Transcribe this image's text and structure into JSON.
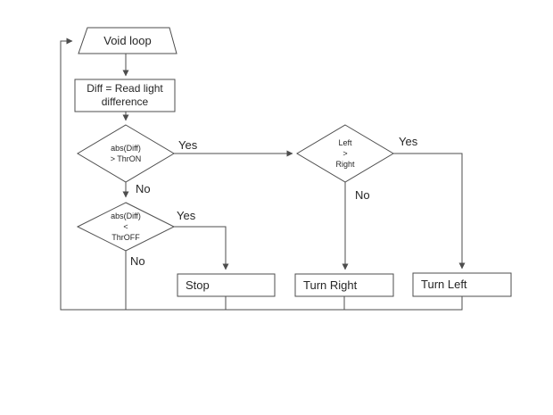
{
  "colors": {
    "background": "#ffffff",
    "stroke": "#4d4d4d",
    "text": "#262626"
  },
  "nodes": {
    "void_loop": {
      "shape": "trapezoid",
      "label": "Void loop"
    },
    "read_diff": {
      "shape": "process",
      "label": "Diff = Read light difference"
    },
    "check_thron": {
      "shape": "decision",
      "label": "abs(Diff)\n> ThrON"
    },
    "check_throff": {
      "shape": "decision",
      "label": "abs(Diff)\n<\nThrOFF"
    },
    "check_left_right": {
      "shape": "decision",
      "label": "Left\n>\nRight"
    },
    "stop": {
      "shape": "process",
      "label": "Stop"
    },
    "turn_right": {
      "shape": "process",
      "label": "Turn Right"
    },
    "turn_left": {
      "shape": "process",
      "label": "Turn Left"
    }
  },
  "edge_labels": {
    "thron_yes": "Yes",
    "thron_no": "No",
    "throff_yes": "Yes",
    "throff_no": "No",
    "left_right_yes": "Yes",
    "left_right_no": "No"
  }
}
